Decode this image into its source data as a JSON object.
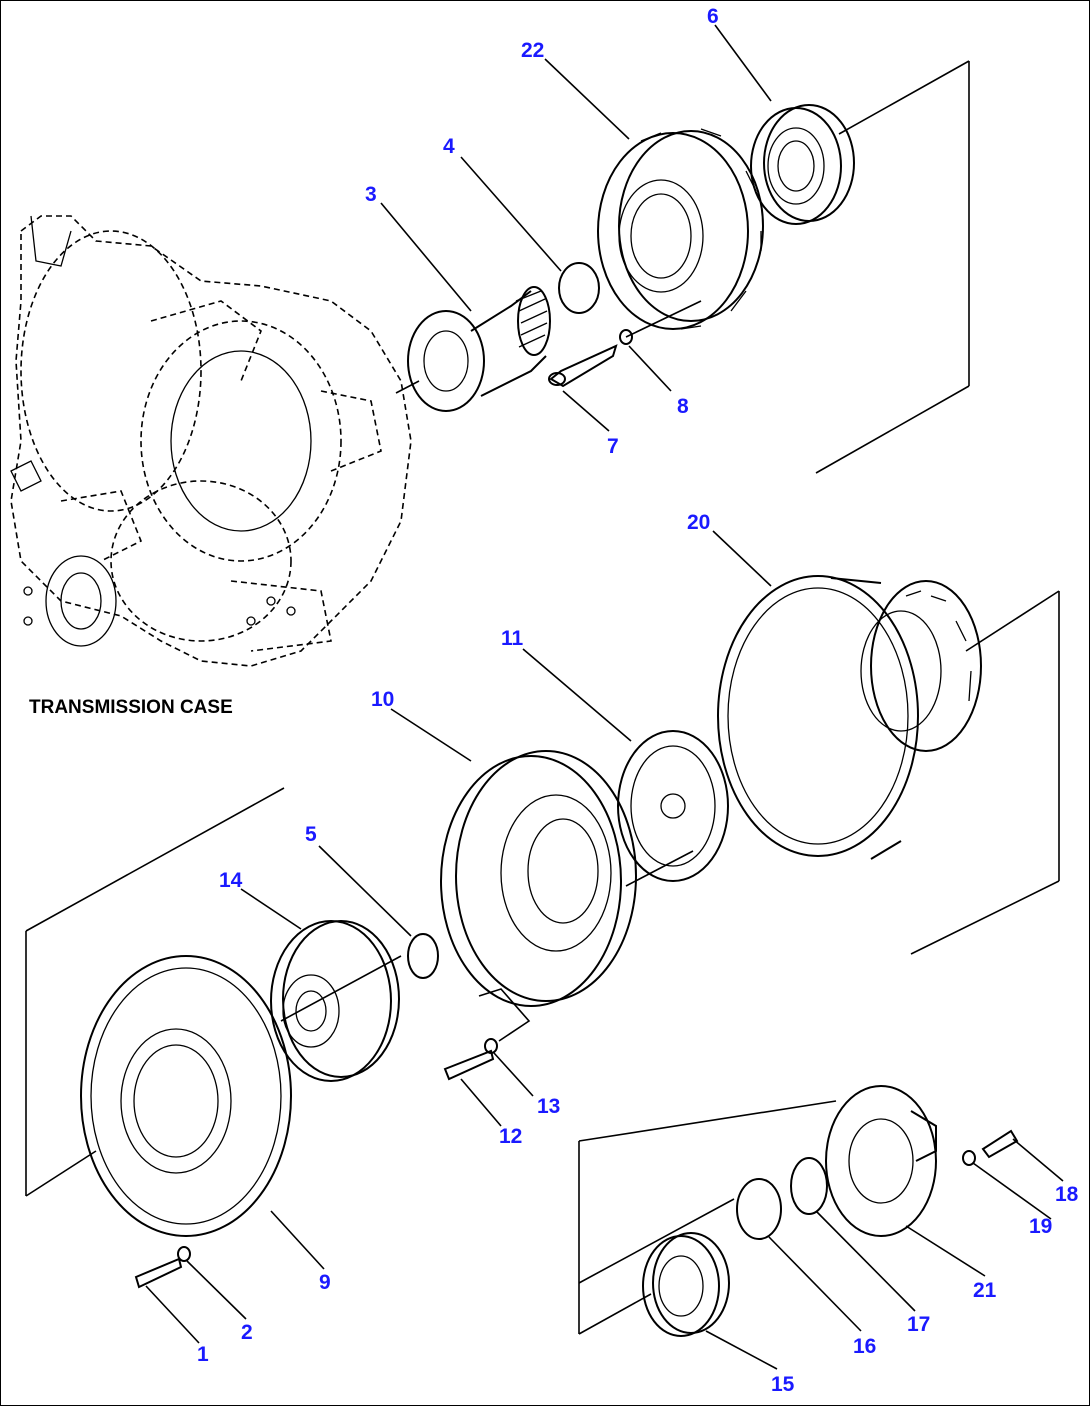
{
  "case_label": "TRANSMISSION CASE",
  "parts": {
    "p1": "1",
    "p2": "2",
    "p3": "3",
    "p4": "4",
    "p5": "5",
    "p6": "6",
    "p7": "7",
    "p8": "8",
    "p9": "9",
    "p10": "10",
    "p11": "11",
    "p12": "12",
    "p13": "13",
    "p14": "14",
    "p15": "15",
    "p16": "16",
    "p17": "17",
    "p18": "18",
    "p19": "19",
    "p20": "20",
    "p21": "21",
    "p22": "22"
  },
  "colors": {
    "callout": "#1a1aff",
    "line": "#000000"
  }
}
